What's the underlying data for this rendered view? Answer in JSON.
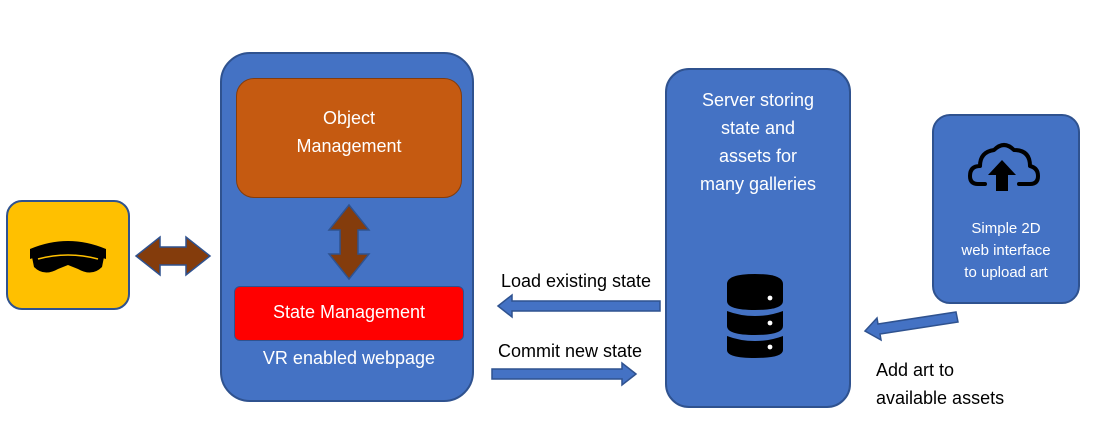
{
  "colors": {
    "blue": "#4472c4",
    "blue_border": "#2f528f",
    "orange": "#c55a11",
    "red": "#ff0000",
    "yellow": "#ffc000",
    "brown_arrow": "#843c0c"
  },
  "icons": {
    "headset": "vr-headset-icon",
    "upload": "cloud-upload-icon",
    "database": "database-icon"
  },
  "vr_page": {
    "object_management": "Object\nManagement",
    "state_management": "State Management",
    "caption": "VR enabled webpage"
  },
  "server": {
    "label": "Server storing\nstate and\nassets for\nmany galleries"
  },
  "upload_ui": {
    "label": "Simple 2D\nweb interface\nto upload art"
  },
  "arrows": {
    "load": "Load existing state",
    "commit": "Commit new state",
    "add_art": "Add art to\navailable assets"
  }
}
